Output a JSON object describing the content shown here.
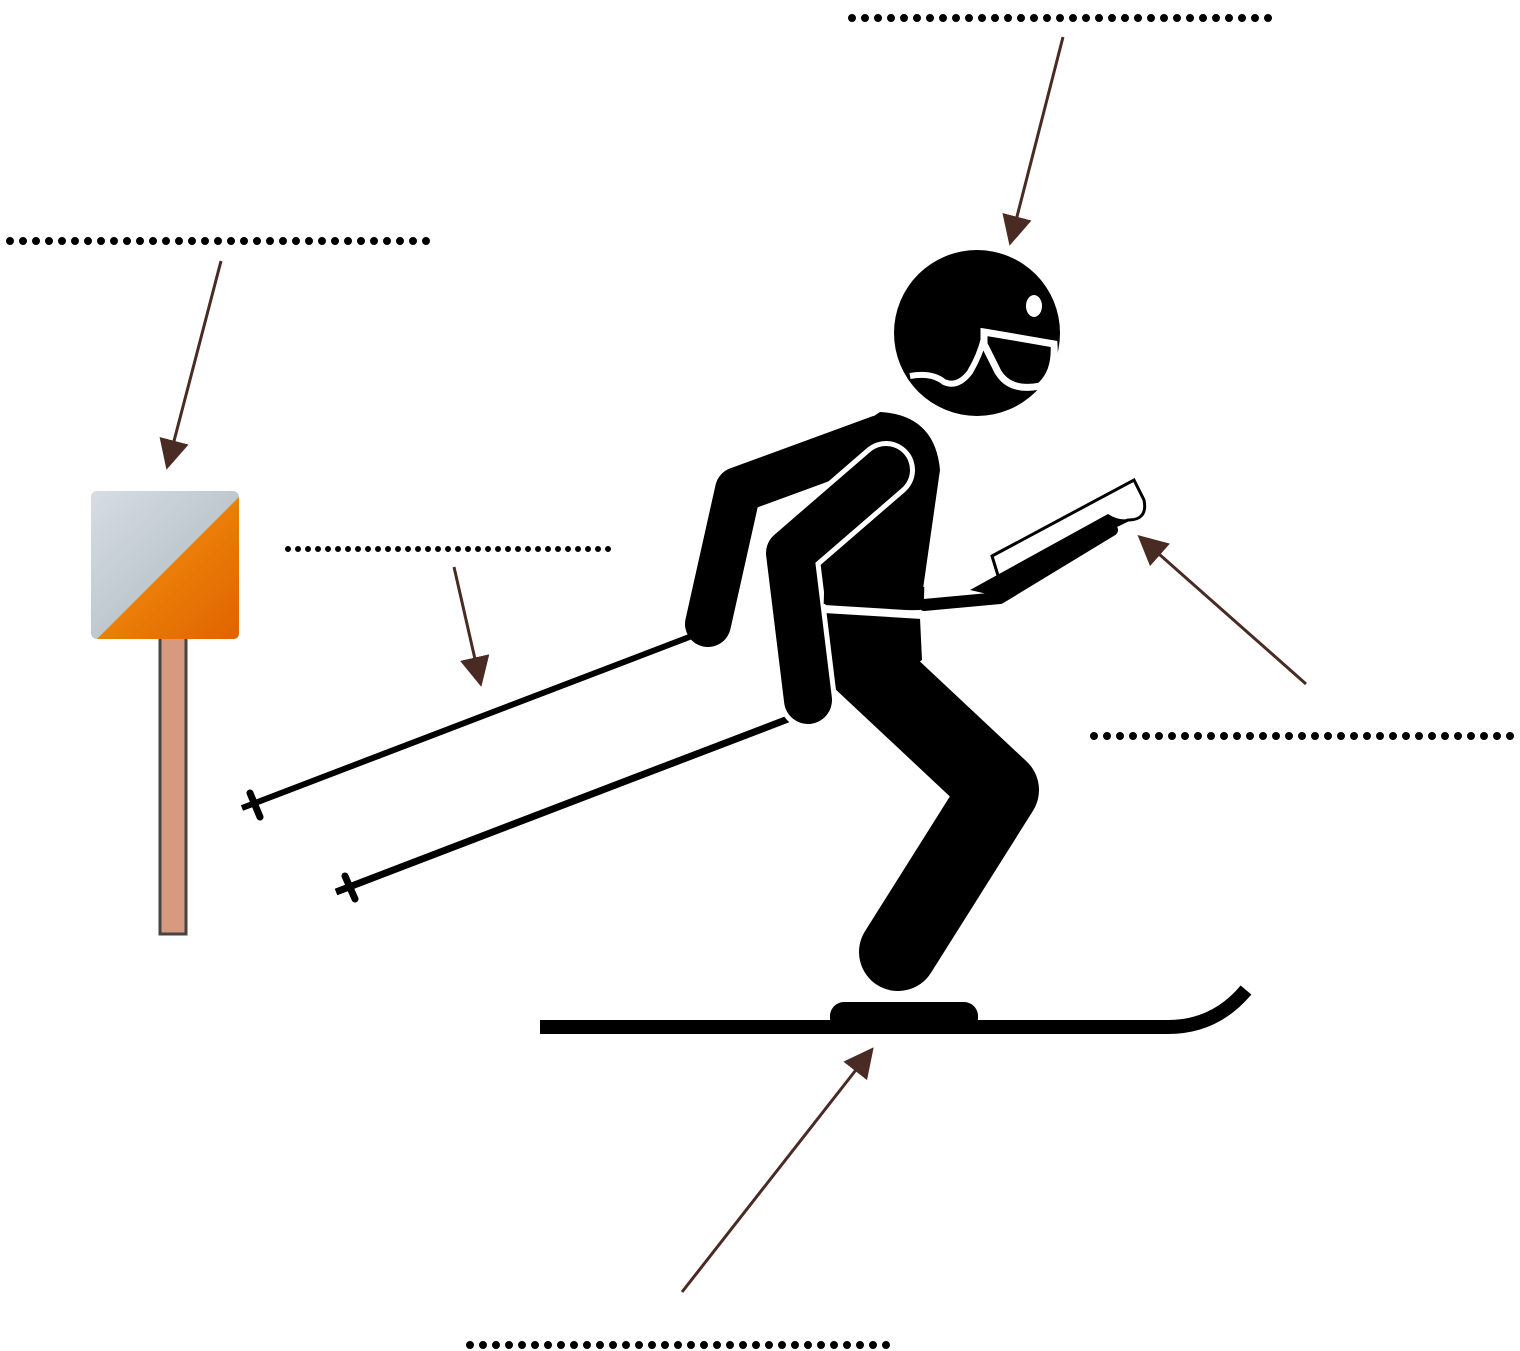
{
  "diagram": {
    "labels": [
      {
        "id": "helmet",
        "text": ""
      },
      {
        "id": "control-flag",
        "text": ""
      },
      {
        "id": "ski-pole",
        "text": ""
      },
      {
        "id": "map-holder",
        "text": ""
      },
      {
        "id": "ski",
        "text": ""
      }
    ]
  },
  "colors": {
    "figure": "#000000",
    "arrow": "#4a2b24",
    "flag_orange": "#ef7d00",
    "flag_white": "#c8d1da",
    "post": "#d79a7e"
  }
}
